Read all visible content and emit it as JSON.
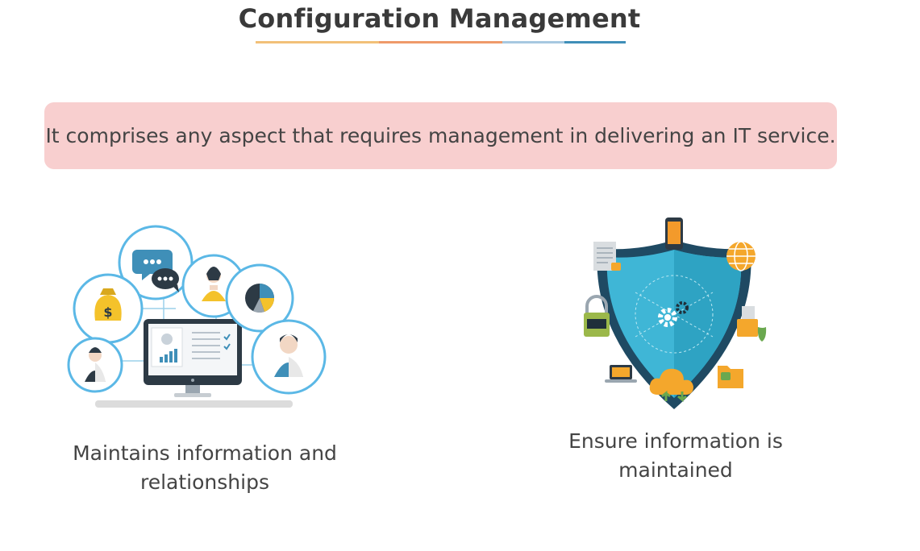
{
  "title": "Configuration Management",
  "underline_colors": [
    "#f2c078",
    "#f2c078",
    "#ef9a6a",
    "#ef9a6a",
    "#a7c8e0",
    "#3f8fb8"
  ],
  "banner_text": "It comprises any aspect that requires management in delivering an IT service.",
  "captions": {
    "left": "Maintains information and relationships",
    "right": "Ensure information is maintained"
  },
  "colors": {
    "banner_bg": "#f8cfcf",
    "circle_stroke": "#5bb8e6",
    "shield_light": "#3fb6d6",
    "shield_dark": "#1f4a63"
  },
  "icons": {
    "left": "network-relationships-illustration",
    "right": "security-shield-illustration"
  }
}
